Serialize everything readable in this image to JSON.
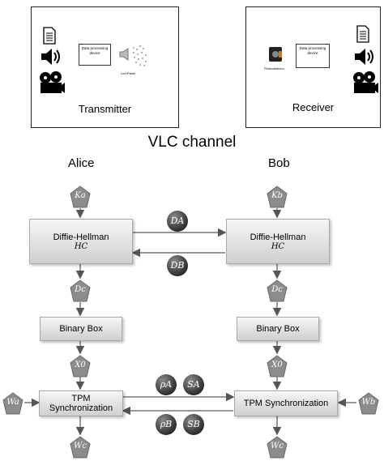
{
  "transmitter": {
    "label": "Transmitter",
    "processing_box": "Data processing device",
    "led_caption": "Led Panel"
  },
  "receiver": {
    "label": "Receiver",
    "processing_box": "Data processing device",
    "photo_caption": "Photodetector"
  },
  "channel_title": "VLC channel",
  "alice": {
    "name": "Alice",
    "key": "Ka",
    "dh_title": "Diffie-Hellman",
    "dh_sub": "HC",
    "dc": "Dc",
    "binary": "Binary Box",
    "x0": "X0",
    "tpm": "TPM Synchronization",
    "w_in": "Wa",
    "w_out": "Wc"
  },
  "bob": {
    "name": "Bob",
    "key": "Kb",
    "dh_title": "Diffie-Hellman",
    "dh_sub": "HC",
    "dc": "Dc",
    "binary": "Binary Box",
    "x0": "X0",
    "tpm": "TPM Synchronization",
    "w_in": "Wb",
    "w_out": "Wc"
  },
  "exchange": {
    "da": "DA",
    "db": "DB",
    "rho_a": "ρA",
    "s_a": "SA",
    "rho_b": "ρB",
    "s_b": "SB"
  },
  "colors": {
    "pentagon": "#8c8c8c",
    "circle": "#3a3a3a",
    "box_border": "#a9a9a9"
  },
  "icons": [
    "document-icon",
    "speaker-icon",
    "film-reel-icon",
    "led-panel-icon",
    "photodetector-icon"
  ]
}
